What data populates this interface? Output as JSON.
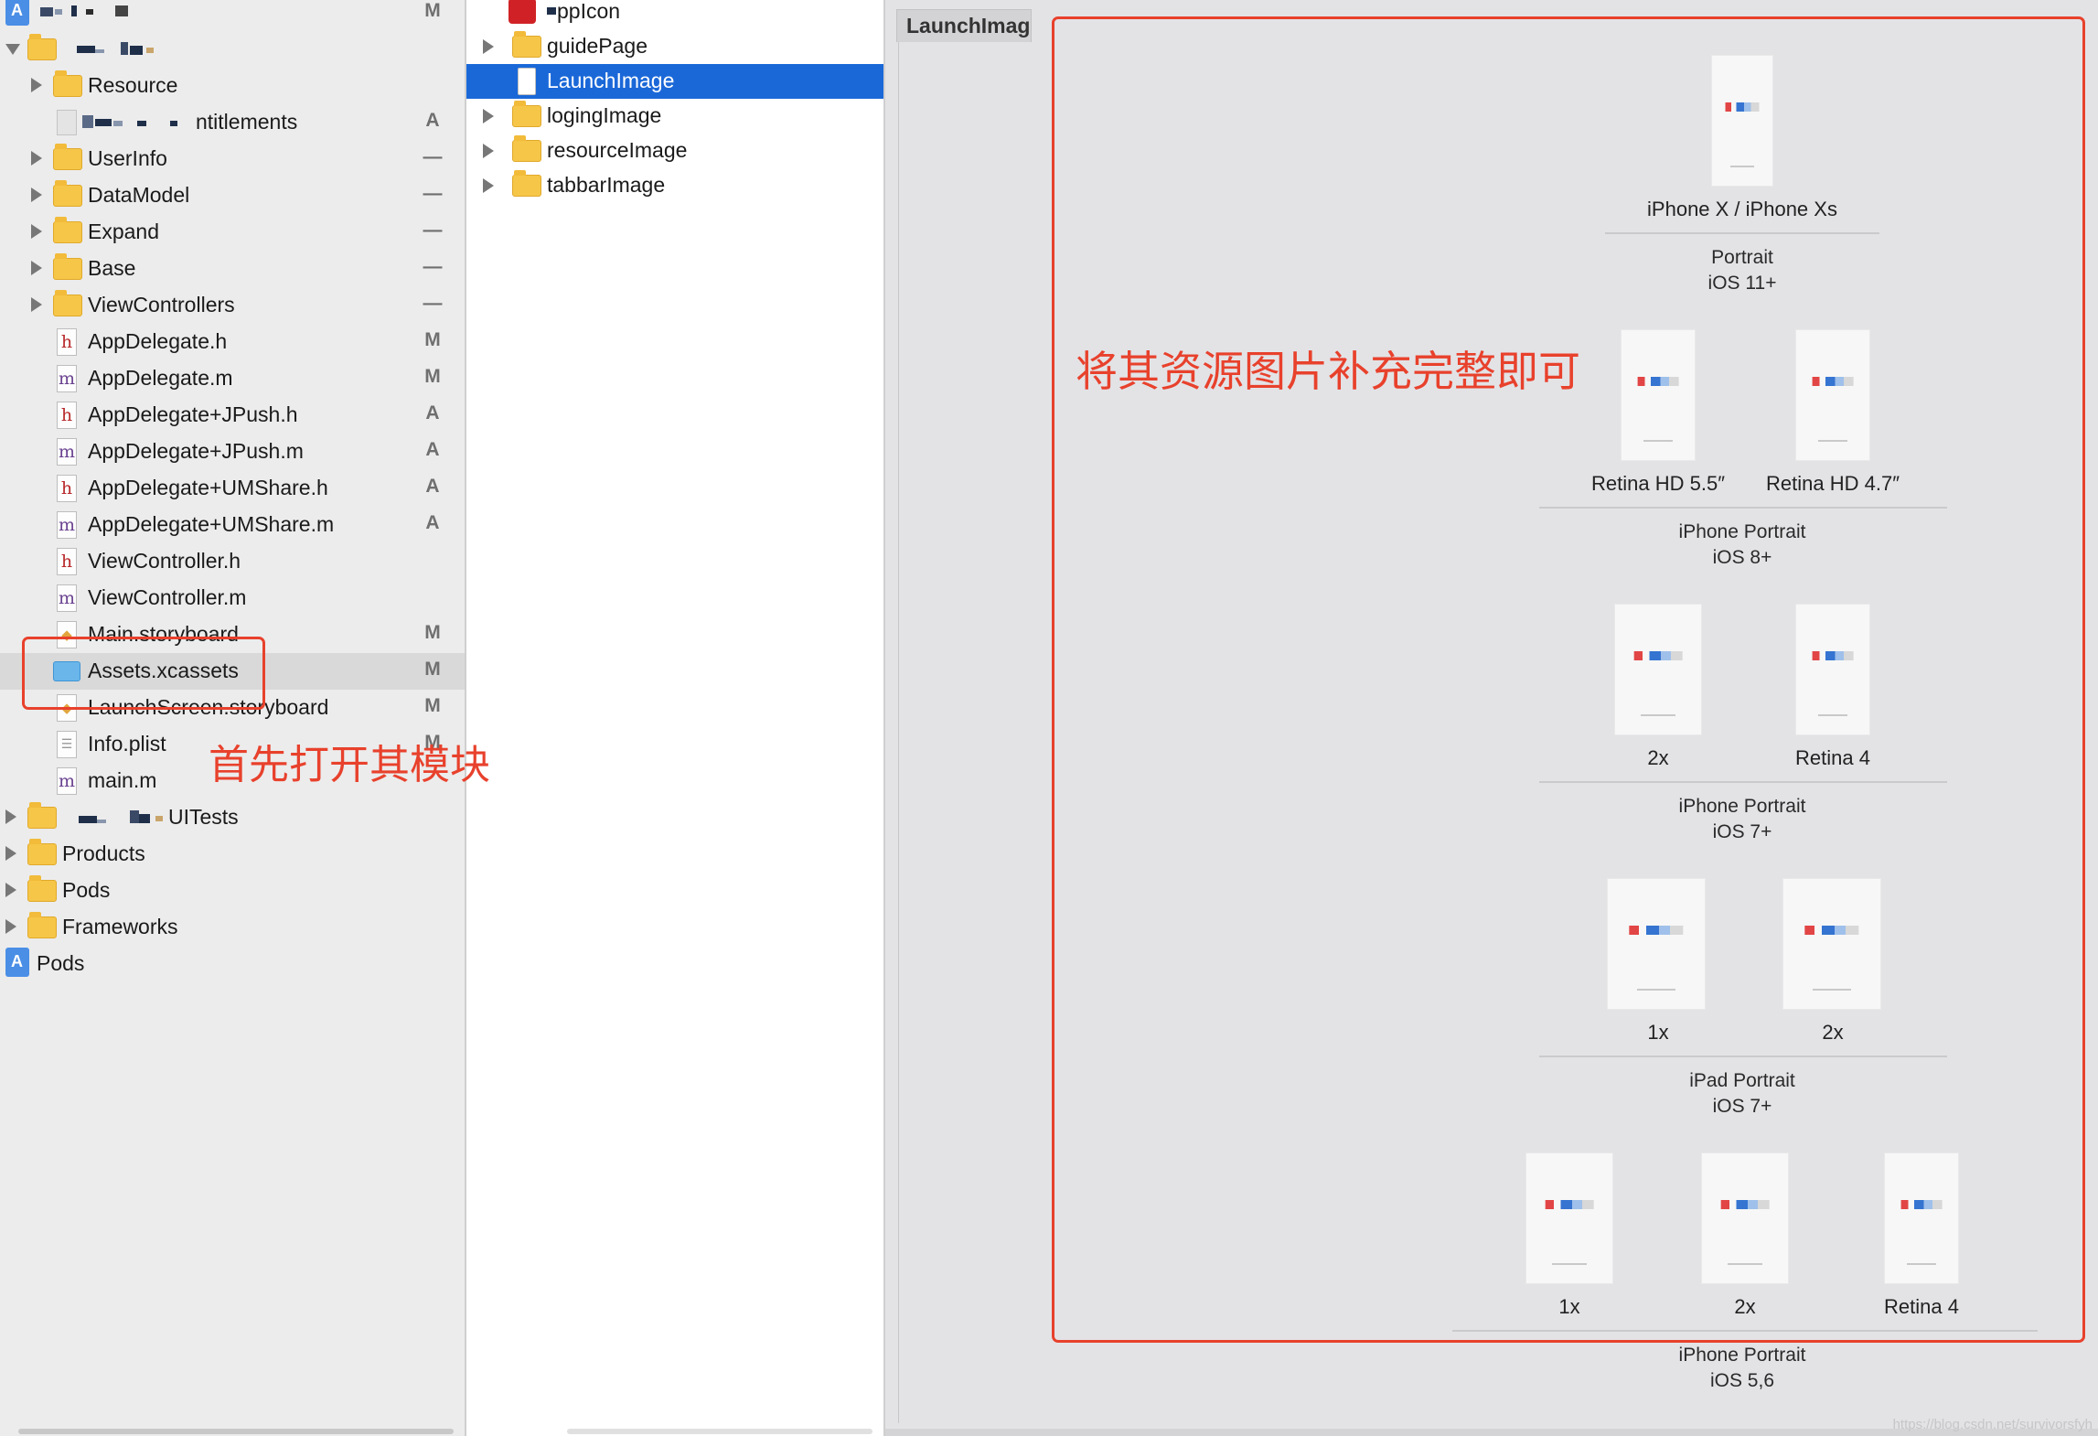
{
  "navigator": {
    "project_root_badge": "M",
    "items": [
      {
        "label": "Resource",
        "badge": ""
      },
      {
        "label": "ntitlements",
        "badge": "A"
      },
      {
        "label": "UserInfo",
        "badge": "—"
      },
      {
        "label": "DataModel",
        "badge": "—"
      },
      {
        "label": "Expand",
        "badge": "—"
      },
      {
        "label": "Base",
        "badge": "—"
      },
      {
        "label": "ViewControllers",
        "badge": "—"
      },
      {
        "label": "AppDelegate.h",
        "badge": "M"
      },
      {
        "label": "AppDelegate.m",
        "badge": "M"
      },
      {
        "label": "AppDelegate+JPush.h",
        "badge": "A"
      },
      {
        "label": "AppDelegate+JPush.m",
        "badge": "A"
      },
      {
        "label": "AppDelegate+UMShare.h",
        "badge": "A"
      },
      {
        "label": "AppDelegate+UMShare.m",
        "badge": "A"
      },
      {
        "label": "ViewController.h",
        "badge": ""
      },
      {
        "label": "ViewController.m",
        "badge": ""
      },
      {
        "label": "Main.storyboard",
        "badge": "M"
      },
      {
        "label": "Assets.xcassets",
        "badge": "M"
      },
      {
        "label": "LaunchScreen.storyboard",
        "badge": "M"
      },
      {
        "label": "Info.plist",
        "badge": "M"
      },
      {
        "label": "main.m",
        "badge": ""
      },
      {
        "label": "UITests",
        "badge": ""
      },
      {
        "label": "Products",
        "badge": ""
      },
      {
        "label": "Pods",
        "badge": ""
      },
      {
        "label": "Frameworks",
        "badge": ""
      },
      {
        "label": "Pods",
        "badge": ""
      }
    ]
  },
  "asset_list": {
    "items": [
      "ppIcon",
      "guidePage",
      "LaunchImage",
      "logingImage",
      "resourceImage",
      "tabbarImage"
    ],
    "selected": "LaunchImage"
  },
  "detail": {
    "tab_title": "LaunchImage",
    "groups": [
      {
        "slots": [
          "iPhone X / iPhone Xs"
        ],
        "title": [
          "Portrait",
          "iOS 11+"
        ]
      },
      {
        "slots": [
          "Retina HD 5.5″",
          "Retina HD 4.7″"
        ],
        "title": [
          "iPhone Portrait",
          "iOS 8+"
        ]
      },
      {
        "slots": [
          "2x",
          "Retina 4"
        ],
        "title": [
          "iPhone Portrait",
          "iOS 7+"
        ]
      },
      {
        "slots": [
          "1x",
          "2x"
        ],
        "title": [
          "iPad Portrait",
          "iOS 7+"
        ]
      },
      {
        "slots": [
          "1x",
          "2x",
          "Retina 4"
        ],
        "title": [
          "iPhone Portrait",
          "iOS 5,6"
        ]
      }
    ]
  },
  "annotations": {
    "step1": "首先打开其模块",
    "step2": "将其资源图片补充完整即可",
    "color": "#e8412c"
  },
  "watermark": "https://blog.csdn.net/survivorsfyh"
}
